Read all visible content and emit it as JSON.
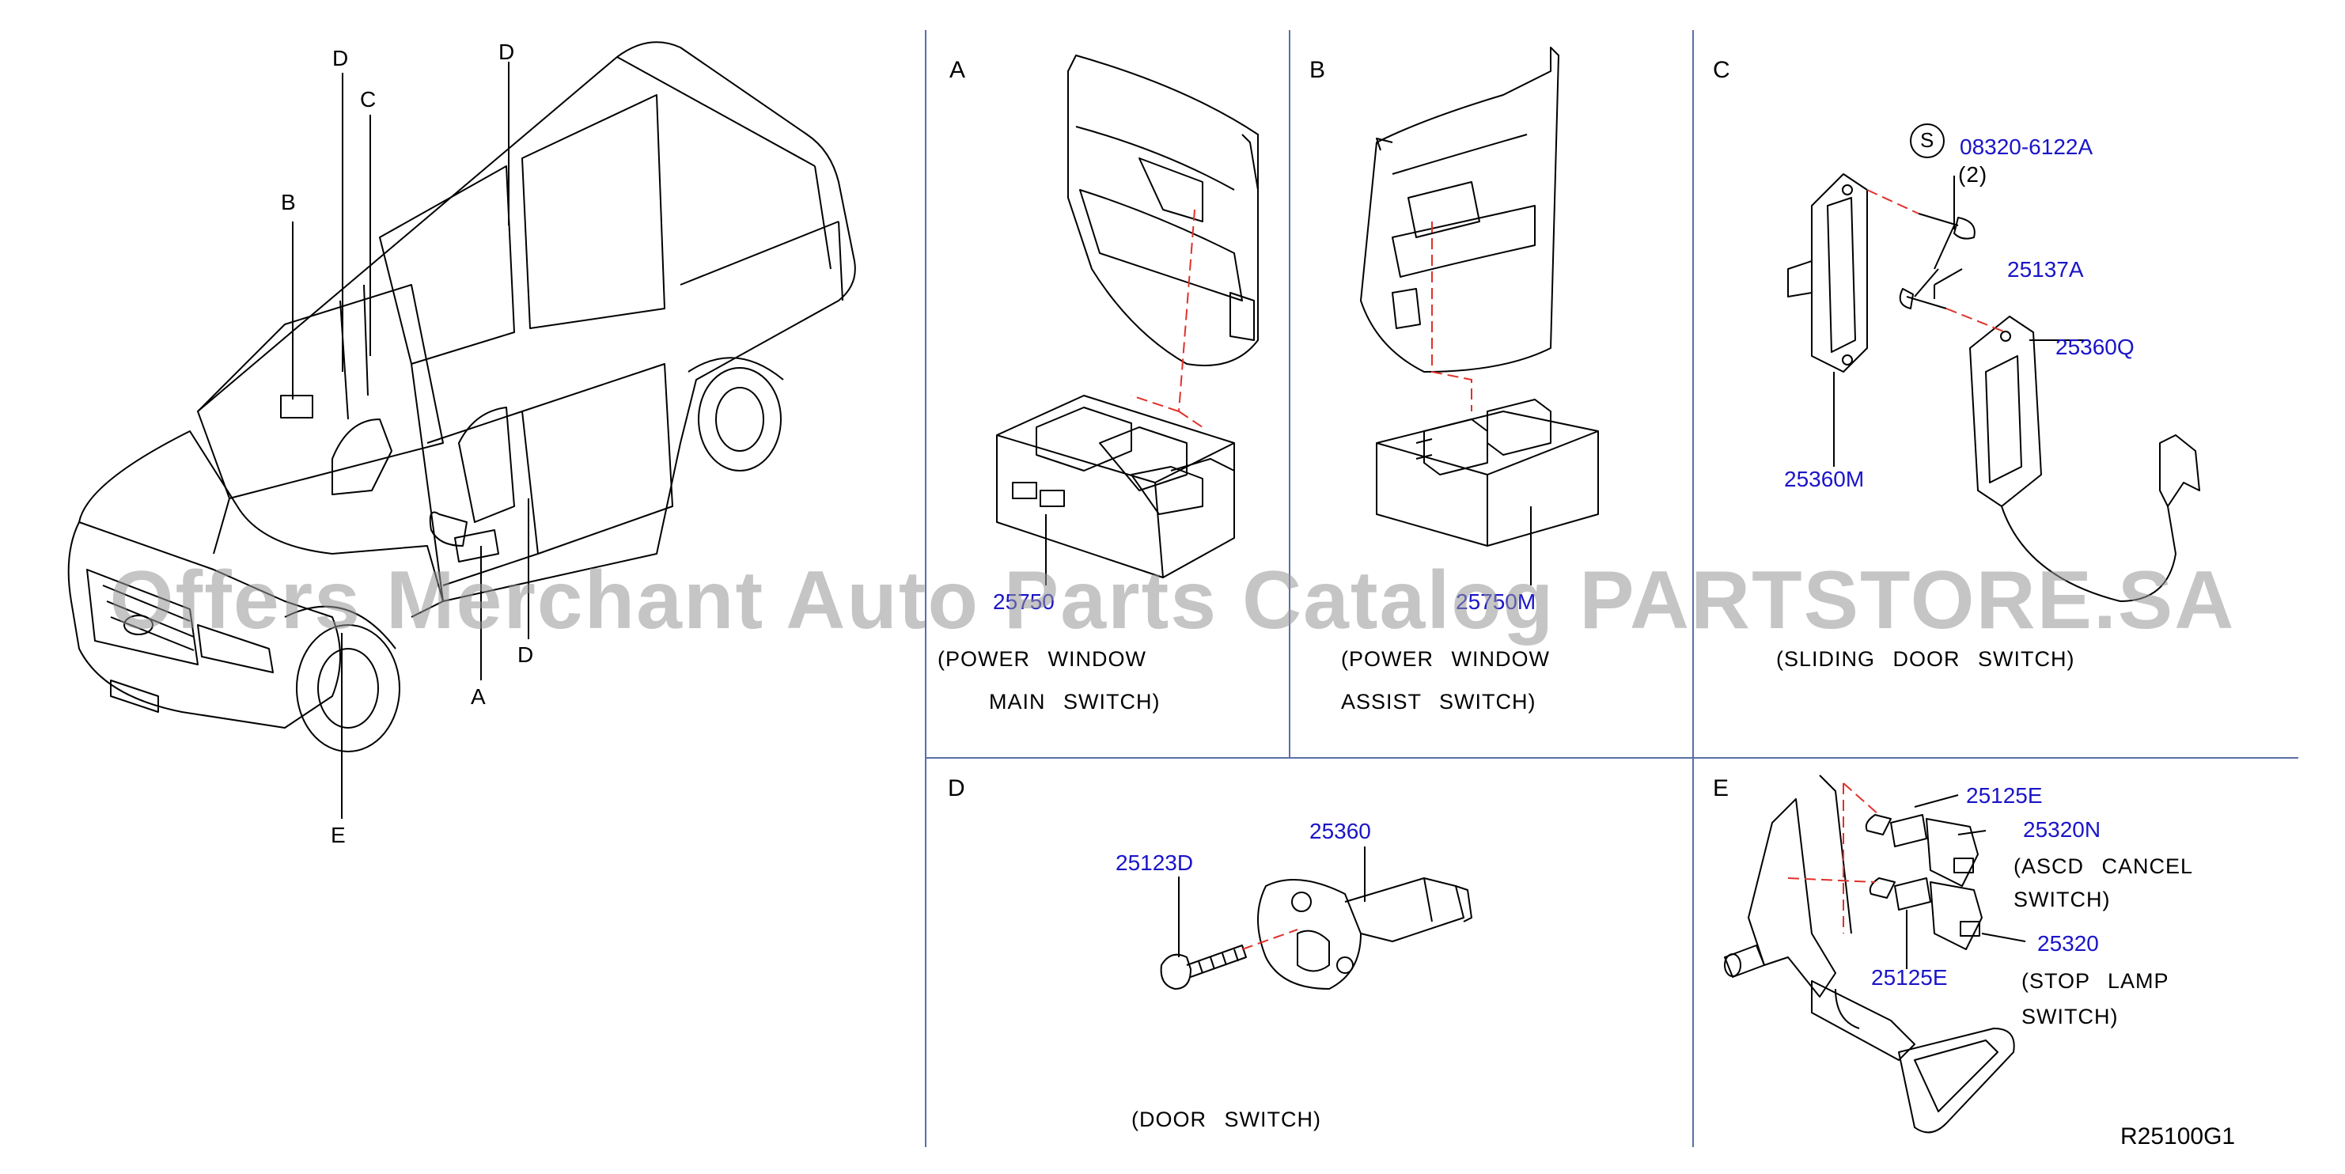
{
  "overview": {
    "callouts": [
      "D",
      "C",
      "D",
      "B",
      "D",
      "A",
      "E"
    ]
  },
  "panels": {
    "A": {
      "letter": "A",
      "part": "25750",
      "caption_line1": "(POWER WINDOW",
      "caption_line2": "MAIN SWITCH)"
    },
    "B": {
      "letter": "B",
      "part": "25750M",
      "caption_line1": "(POWER WINDOW",
      "caption_line2": "ASSIST SWITCH)"
    },
    "C": {
      "letter": "C",
      "screw_symbol": "S",
      "screw_part": "08320-6122A",
      "screw_qty": "(2)",
      "bolt": "25137A",
      "switch": "25360Q",
      "bracket": "25360M",
      "caption": "(SLIDING DOOR SWITCH)"
    },
    "D": {
      "letter": "D",
      "bolt": "25123D",
      "switch": "25360",
      "caption": "(DOOR SWITCH)"
    },
    "E": {
      "letter": "E",
      "nut_top": "25125E",
      "ascd": "25320N",
      "ascd_caption1": "(ASCD CANCEL",
      "ascd_caption2": "SWITCH)",
      "stop": "25320",
      "nut_bottom": "25125E",
      "stop_caption1": "(STOP LAMP",
      "stop_caption2": "SWITCH)"
    }
  },
  "drawing_code": "R25100G1",
  "watermark": "Offers Merchant Auto Parts Catalog PARTSTORE.SA",
  "colors": {
    "line": "#000000",
    "part_number": "#1a14c8",
    "grid": "#5a6fa8",
    "leader": "#e0312a"
  }
}
